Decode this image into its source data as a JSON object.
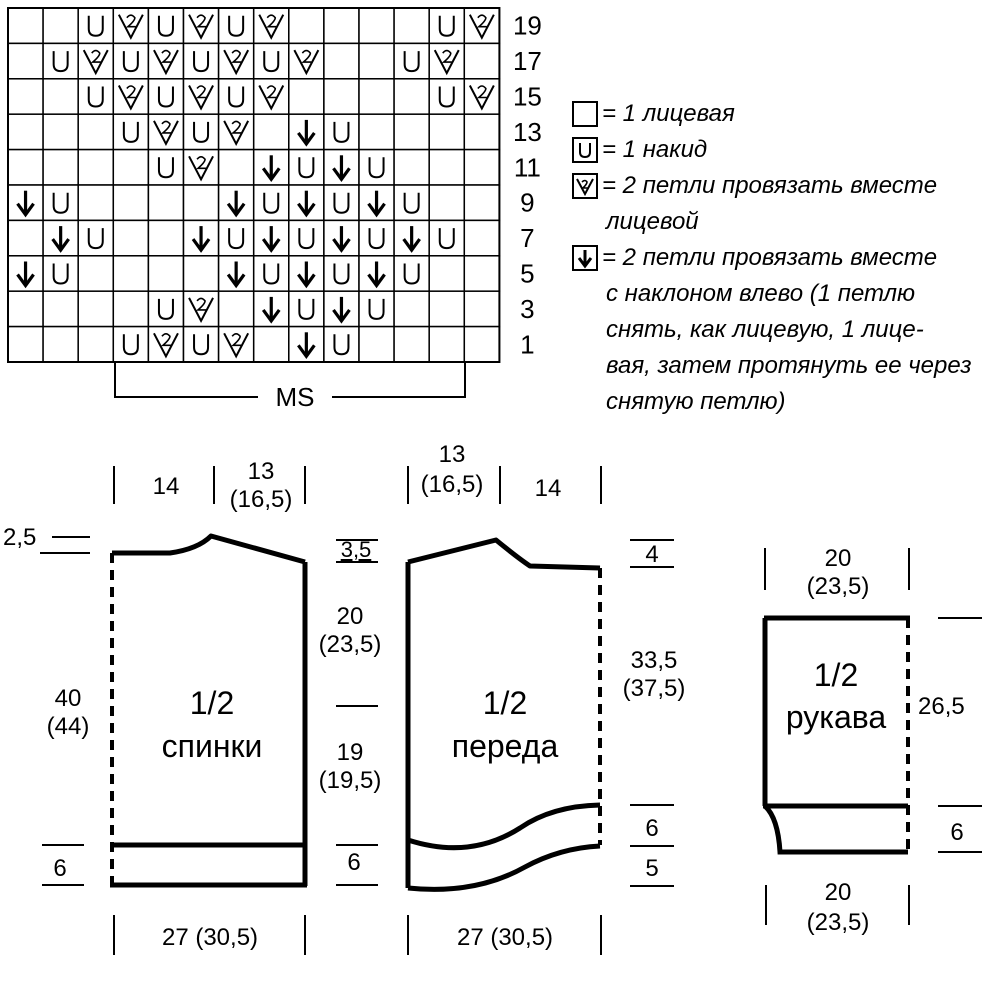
{
  "chart": {
    "cols": 14,
    "rows": [
      {
        "label": "19",
        "cells": [
          "",
          "",
          "U",
          "K",
          "U",
          "K",
          "U",
          "K",
          "",
          "",
          "",
          "",
          "U",
          "K"
        ]
      },
      {
        "label": "17",
        "cells": [
          "",
          "U",
          "K",
          "U",
          "K",
          "U",
          "K",
          "U",
          "K",
          "",
          "",
          "U",
          "K",
          ""
        ]
      },
      {
        "label": "15",
        "cells": [
          "",
          "",
          "U",
          "K",
          "U",
          "K",
          "U",
          "K",
          "",
          "",
          "",
          "",
          "U",
          "K"
        ]
      },
      {
        "label": "13",
        "cells": [
          "",
          "",
          "",
          "U",
          "K",
          "U",
          "K",
          "",
          "A",
          "U",
          "",
          "",
          "",
          ""
        ]
      },
      {
        "label": "11",
        "cells": [
          "",
          "",
          "",
          "",
          "U",
          "K",
          "",
          "A",
          "U",
          "A",
          "U",
          "",
          "",
          ""
        ]
      },
      {
        "label": "9",
        "cells": [
          "A",
          "U",
          "",
          "",
          "",
          "",
          "A",
          "U",
          "A",
          "U",
          "A",
          "U",
          "",
          ""
        ]
      },
      {
        "label": "7",
        "cells": [
          "",
          "A",
          "U",
          "",
          "",
          "A",
          "U",
          "A",
          "U",
          "A",
          "U",
          "A",
          "U",
          ""
        ]
      },
      {
        "label": "5",
        "cells": [
          "A",
          "U",
          "",
          "",
          "",
          "",
          "A",
          "U",
          "A",
          "U",
          "A",
          "U",
          "",
          ""
        ]
      },
      {
        "label": "3",
        "cells": [
          "",
          "",
          "",
          "",
          "U",
          "K",
          "",
          "A",
          "U",
          "A",
          "U",
          "",
          "",
          ""
        ]
      },
      {
        "label": "1",
        "cells": [
          "",
          "",
          "",
          "U",
          "K",
          "U",
          "K",
          "",
          "A",
          "U",
          "",
          "",
          "",
          ""
        ]
      }
    ],
    "repeat_label": "MS"
  },
  "legend": {
    "knit": "= 1 лицевая",
    "yarn_over": "= 1 накид",
    "k2tog_line1": "= 2 петли провязать вместе",
    "k2tog_line2": "лицевой",
    "ssk_line1": "= 2 петли провязать вместе",
    "ssk_line2": "с наклоном влево (1 петлю",
    "ssk_line3": "снять, как лицевую, 1 лице-",
    "ssk_line4": "вая, затем протянуть ее через",
    "ssk_line5": "снятую петлю)"
  },
  "back": {
    "label_line1": "1/2",
    "label_line2": "спинки",
    "top_left": "14",
    "top_right_1": "13",
    "top_right_2": "(16,5)",
    "shoulder_slope": "2,5",
    "height_1": "40",
    "height_2": "(44)",
    "hem": "6",
    "bottom_width": "27 (30,5)"
  },
  "middle": {
    "neck_depth": "3,5",
    "armhole_1": "20",
    "armhole_2": "(23,5)",
    "side_1": "19",
    "side_2": "(19,5)",
    "hem": "6"
  },
  "front": {
    "label_line1": "1/2",
    "label_line2": "переда",
    "top_left_1": "13",
    "top_left_2": "(16,5)",
    "top_right": "14",
    "neck_drop": "4",
    "height_1": "33,5",
    "height_2": "(37,5)",
    "hem_upper": "6",
    "hem_lower": "5",
    "bottom_width": "27 (30,5)"
  },
  "sleeve": {
    "label_line1": "1/2",
    "label_line2": "рукава",
    "top_1": "20",
    "top_2": "(23,5)",
    "height": "26,5",
    "cuff": "6",
    "bottom_1": "20",
    "bottom_2": "(23,5)"
  }
}
